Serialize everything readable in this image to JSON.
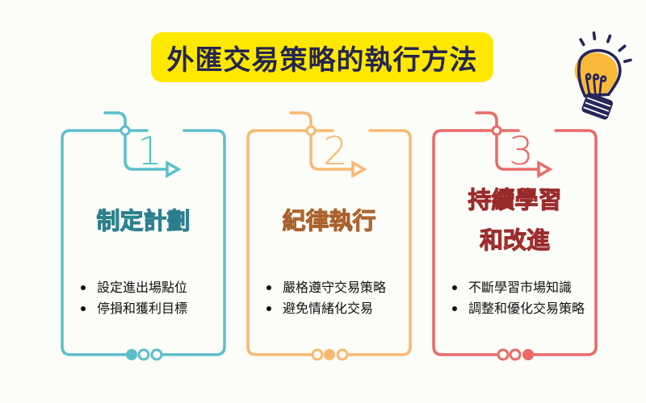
{
  "title": "外匯交易策略的執行方法",
  "colors": {
    "title_bg": "#ffe800",
    "title_text": "#252550",
    "card1": "#5bbfcc",
    "card2": "#f9b872",
    "card3": "#ea6a67",
    "bulb_fill": "#fbb93a",
    "bulb_outline": "#25265a"
  },
  "icons": {
    "bulb": "lightbulb-icon"
  },
  "cards": [
    {
      "number": "1",
      "heading_lines": [
        "制定計劃"
      ],
      "bullets": [
        "設定進出場點位",
        "停損和獲利目標"
      ],
      "active_dot": 0
    },
    {
      "number": "2",
      "heading_lines": [
        "紀律執行"
      ],
      "bullets": [
        "嚴格遵守交易策略",
        "避免情緒化交易"
      ],
      "active_dot": 1
    },
    {
      "number": "3",
      "heading_lines": [
        "持續學習",
        "和改進"
      ],
      "bullets": [
        "不斷學習市場知識",
        "調整和優化交易策略"
      ],
      "active_dot": 2
    }
  ]
}
